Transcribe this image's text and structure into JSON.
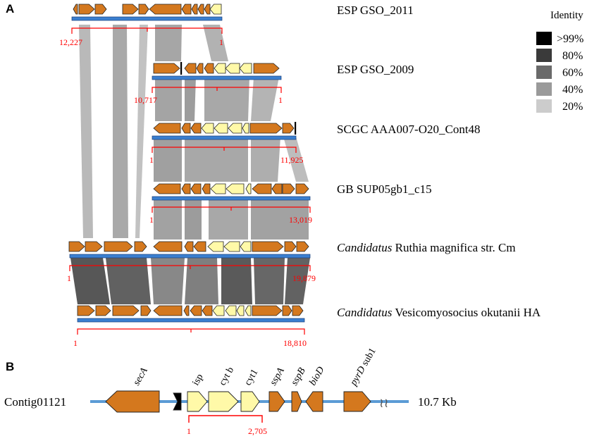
{
  "panel_a": {
    "label": "A",
    "legend": {
      "title": "Identity",
      "items": [
        {
          "label": ">99%",
          "color": "#000000"
        },
        {
          "label": "80%",
          "color": "#3a3a3a"
        },
        {
          "label": "60%",
          "color": "#6a6a6a"
        },
        {
          "label": "40%",
          "color": "#9a9a9a"
        },
        {
          "label": "20%",
          "color": "#cccccc"
        }
      ]
    },
    "genomes": [
      {
        "name": "ESP GSO_2011",
        "italic_prefix": "",
        "left_coord": "12,227",
        "right_coord": "1"
      },
      {
        "name": "ESP GSO_2009",
        "italic_prefix": "",
        "left_coord": "10,717",
        "right_coord": "1"
      },
      {
        "name": "SCGC AAA007-O20_Cont48",
        "italic_prefix": "",
        "left_coord": "1",
        "right_coord": "11,925"
      },
      {
        "name": "GB SUP05gb1_c15",
        "italic_prefix": "",
        "left_coord": "1",
        "right_coord": "13,019"
      },
      {
        "name": " Ruthia magnifica str. Cm",
        "italic_prefix": "Candidatus",
        "left_coord": "1",
        "right_coord": "19,879"
      },
      {
        "name": " Vesicomyosocius okutanii HA",
        "italic_prefix": "Candidatus",
        "left_coord": "1",
        "right_coord": "18,810"
      }
    ],
    "colors": {
      "gene_orange": "#d4781e",
      "gene_yellow": "#fff9a8",
      "backbone_blue": "#3a7fd0",
      "scale_red": "#ff0000"
    }
  },
  "panel_b": {
    "label": "B",
    "contig_name": "Contig01121",
    "length_label": "10.7 Kb",
    "break_symbol": "≀≀",
    "scale_left": "1",
    "scale_right": "2,705",
    "genes": [
      {
        "name": "secA",
        "italic": true
      },
      {
        "name": "isp",
        "italic": false
      },
      {
        "name": "cyt b",
        "italic": false
      },
      {
        "name": "cyt1",
        "italic": false
      },
      {
        "name": "sspA",
        "italic": true
      },
      {
        "name": "sspB",
        "italic": true
      },
      {
        "name": "bioD",
        "italic": true
      },
      {
        "name": "pyrD",
        "italic": true,
        "suffix": " sub1"
      }
    ]
  }
}
